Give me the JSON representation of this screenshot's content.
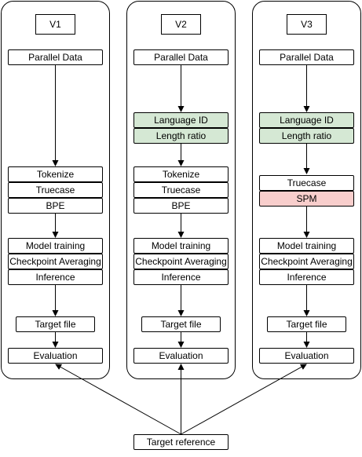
{
  "columns": [
    {
      "title": "V1",
      "parallel": "Parallel Data",
      "filters": [],
      "preprocessing": [
        "Tokenize",
        "Truecase",
        "BPE"
      ],
      "training": [
        "Model training",
        "Checkpoint Averaging",
        "Inference"
      ],
      "target_file": "Target file",
      "evaluation": "Evaluation"
    },
    {
      "title": "V2",
      "parallel": "Parallel Data",
      "filters": [
        "Language ID",
        "Length ratio"
      ],
      "preprocessing": [
        "Tokenize",
        "Truecase",
        "BPE"
      ],
      "training": [
        "Model training",
        "Checkpoint Averaging",
        "Inference"
      ],
      "target_file": "Target file",
      "evaluation": "Evaluation"
    },
    {
      "title": "V3",
      "parallel": "Parallel Data",
      "filters": [
        "Language ID",
        "Length ratio"
      ],
      "preprocessing": [
        "Truecase",
        "SPM"
      ],
      "training": [
        "Model training",
        "Checkpoint Averaging",
        "Inference"
      ],
      "target_file": "Target file",
      "evaluation": "Evaluation"
    }
  ],
  "target_reference": "Target reference",
  "colors": {
    "filter_fill": "#d5e8d4",
    "spm_fill": "#f8cecc",
    "stroke": "#000000"
  }
}
